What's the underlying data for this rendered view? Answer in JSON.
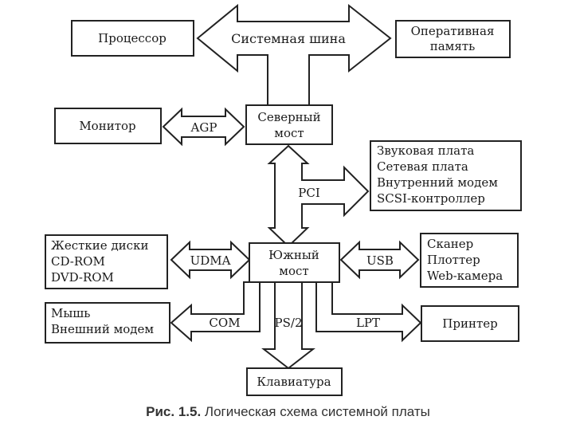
{
  "boxes": {
    "processor": "Процессор",
    "ram": [
      "Оперативная",
      "память"
    ],
    "monitor": "Монитор",
    "north_bridge": [
      "Северный",
      "мост"
    ],
    "pci_devices": [
      "Звуковая плата",
      "Сетевая плата",
      "Внутренний модем",
      "SCSI-контроллер"
    ],
    "disks": [
      "Жесткие диски",
      "CD-ROM",
      "DVD-ROM"
    ],
    "south_bridge": [
      "Южный",
      "мост"
    ],
    "usb_devices": [
      "Сканер",
      "Плоттер",
      "Web-камера"
    ],
    "serial_devices": [
      "Мышь",
      "Внешний модем"
    ],
    "printer": "Принтер",
    "keyboard": "Клавиатура"
  },
  "buses": {
    "system_bus": "Системная шина",
    "agp": "AGP",
    "pci": "PCI",
    "udma": "UDMA",
    "usb": "USB",
    "com": "COM",
    "ps2": "PS/2",
    "lpt": "LPT"
  },
  "caption": {
    "figure_number": "Рис.  1.5.",
    "text": "Логическая схема системной платы"
  }
}
